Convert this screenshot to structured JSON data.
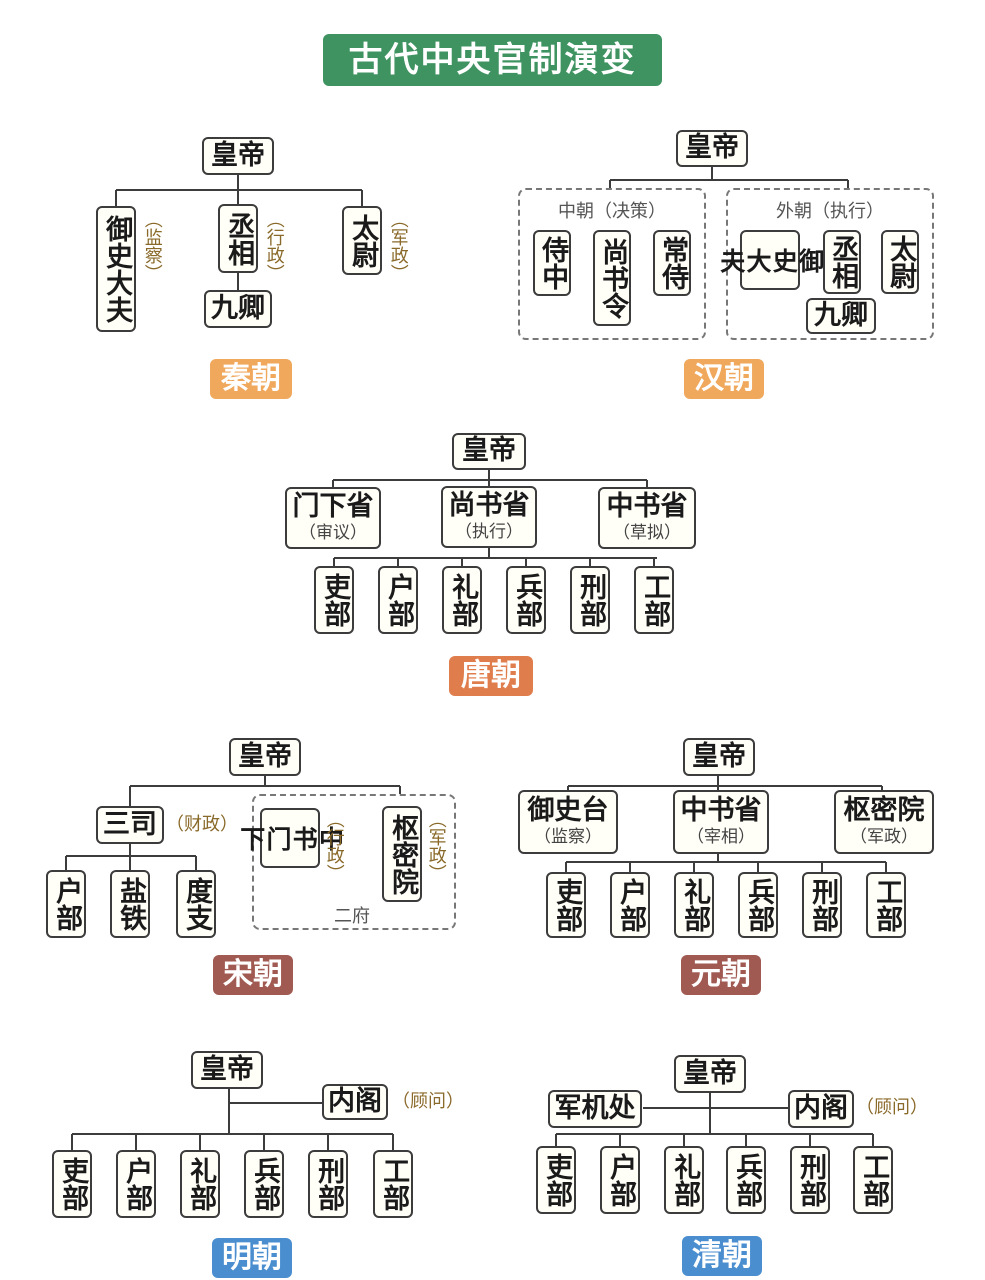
{
  "title": "古代中央官制演变",
  "emperor": "皇帝",
  "six_ministries": [
    "吏部",
    "户部",
    "礼部",
    "兵部",
    "刑部",
    "工部"
  ],
  "qin": {
    "name": "秦朝",
    "color": "#f0a85c",
    "offices": [
      {
        "name": "御史大夫",
        "note": "（监察）"
      },
      {
        "name": "丞相",
        "note": "（行政）"
      },
      {
        "name": "太尉",
        "note": "（军政）"
      }
    ],
    "nine": "九卿"
  },
  "han": {
    "name": "汉朝",
    "color": "#f0a85c",
    "inner_label": "中朝（决策）",
    "inner": [
      "侍中",
      "尚书令",
      "常侍"
    ],
    "outer_label": "外朝（执行）",
    "outer": [
      "御史大夫",
      "丞相",
      "太尉"
    ],
    "nine": "九卿"
  },
  "tang": {
    "name": "唐朝",
    "color": "#e07d4c",
    "depts": [
      {
        "name": "门下省",
        "note": "（审议）"
      },
      {
        "name": "尚书省",
        "note": "（执行）"
      },
      {
        "name": "中书省",
        "note": "（草拟）"
      }
    ]
  },
  "song": {
    "name": "宋朝",
    "color": "#a05a52",
    "sansi": "三司",
    "sansi_note": "（财政）",
    "sansi_subs": [
      "户部",
      "盐铁",
      "度支"
    ],
    "zhongshu": "中书门下",
    "zhongshu_note": "（行政）",
    "shumi": "枢密院",
    "shumi_note": "（军政）",
    "erfu": "二府"
  },
  "yuan": {
    "name": "元朝",
    "color": "#a05a52",
    "depts": [
      {
        "name": "御史台",
        "note": "（监察）"
      },
      {
        "name": "中书省",
        "note": "（宰相）"
      },
      {
        "name": "枢密院",
        "note": "（军政）"
      }
    ]
  },
  "ming": {
    "name": "明朝",
    "color": "#4a8ed0",
    "neige": "内阁",
    "neige_note": "（顾问）"
  },
  "qing": {
    "name": "清朝",
    "color": "#4a8ed0",
    "junji": "军机处",
    "neige": "内阁",
    "neige_note": "（顾问）"
  }
}
